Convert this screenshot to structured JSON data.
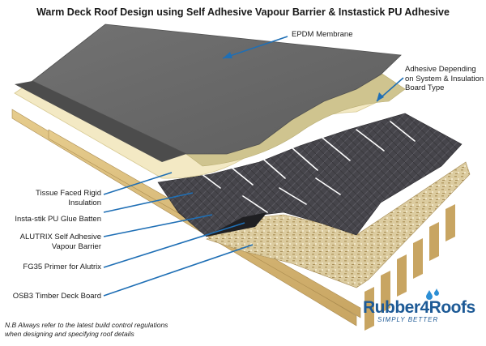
{
  "title": "Warm Deck Roof Design using Self Adhesive Vapour Barrier & Instastick PU Adhesive",
  "labels": {
    "epdm": "EPDM Membrane",
    "adhesive_l1": "Adhesive Depending",
    "adhesive_l2": "on System & Insulation",
    "adhesive_l3": "Board Type",
    "tissue_l1": "Tissue Faced Rigid",
    "tissue_l2": "Insulation",
    "glue": "Insta-stik PU Glue Batten",
    "alutrix_l1": "ALUTRIX Self Adhesive",
    "alutrix_l2": "Vapour Barrier",
    "primer": "FG35 Primer for Alutrix",
    "osb": "OSB3 Timber Deck Board"
  },
  "note_l1": "N.B Always refer to the latest build control regulations",
  "note_l2": "when designing and specifying roof details",
  "logo": {
    "name": "Rubber4Roofs",
    "tagline": "SIMPLY BETTER",
    "icon": "water-drops-icon"
  },
  "colors": {
    "leader": "#1f6fb5",
    "membrane": "#6b6b6b",
    "insulation": "#f3e9c4",
    "adhesive": "#cfc48f",
    "vapour": "#3c3b40",
    "timber": "#d9bd7e",
    "brand": "#1d5a96"
  }
}
